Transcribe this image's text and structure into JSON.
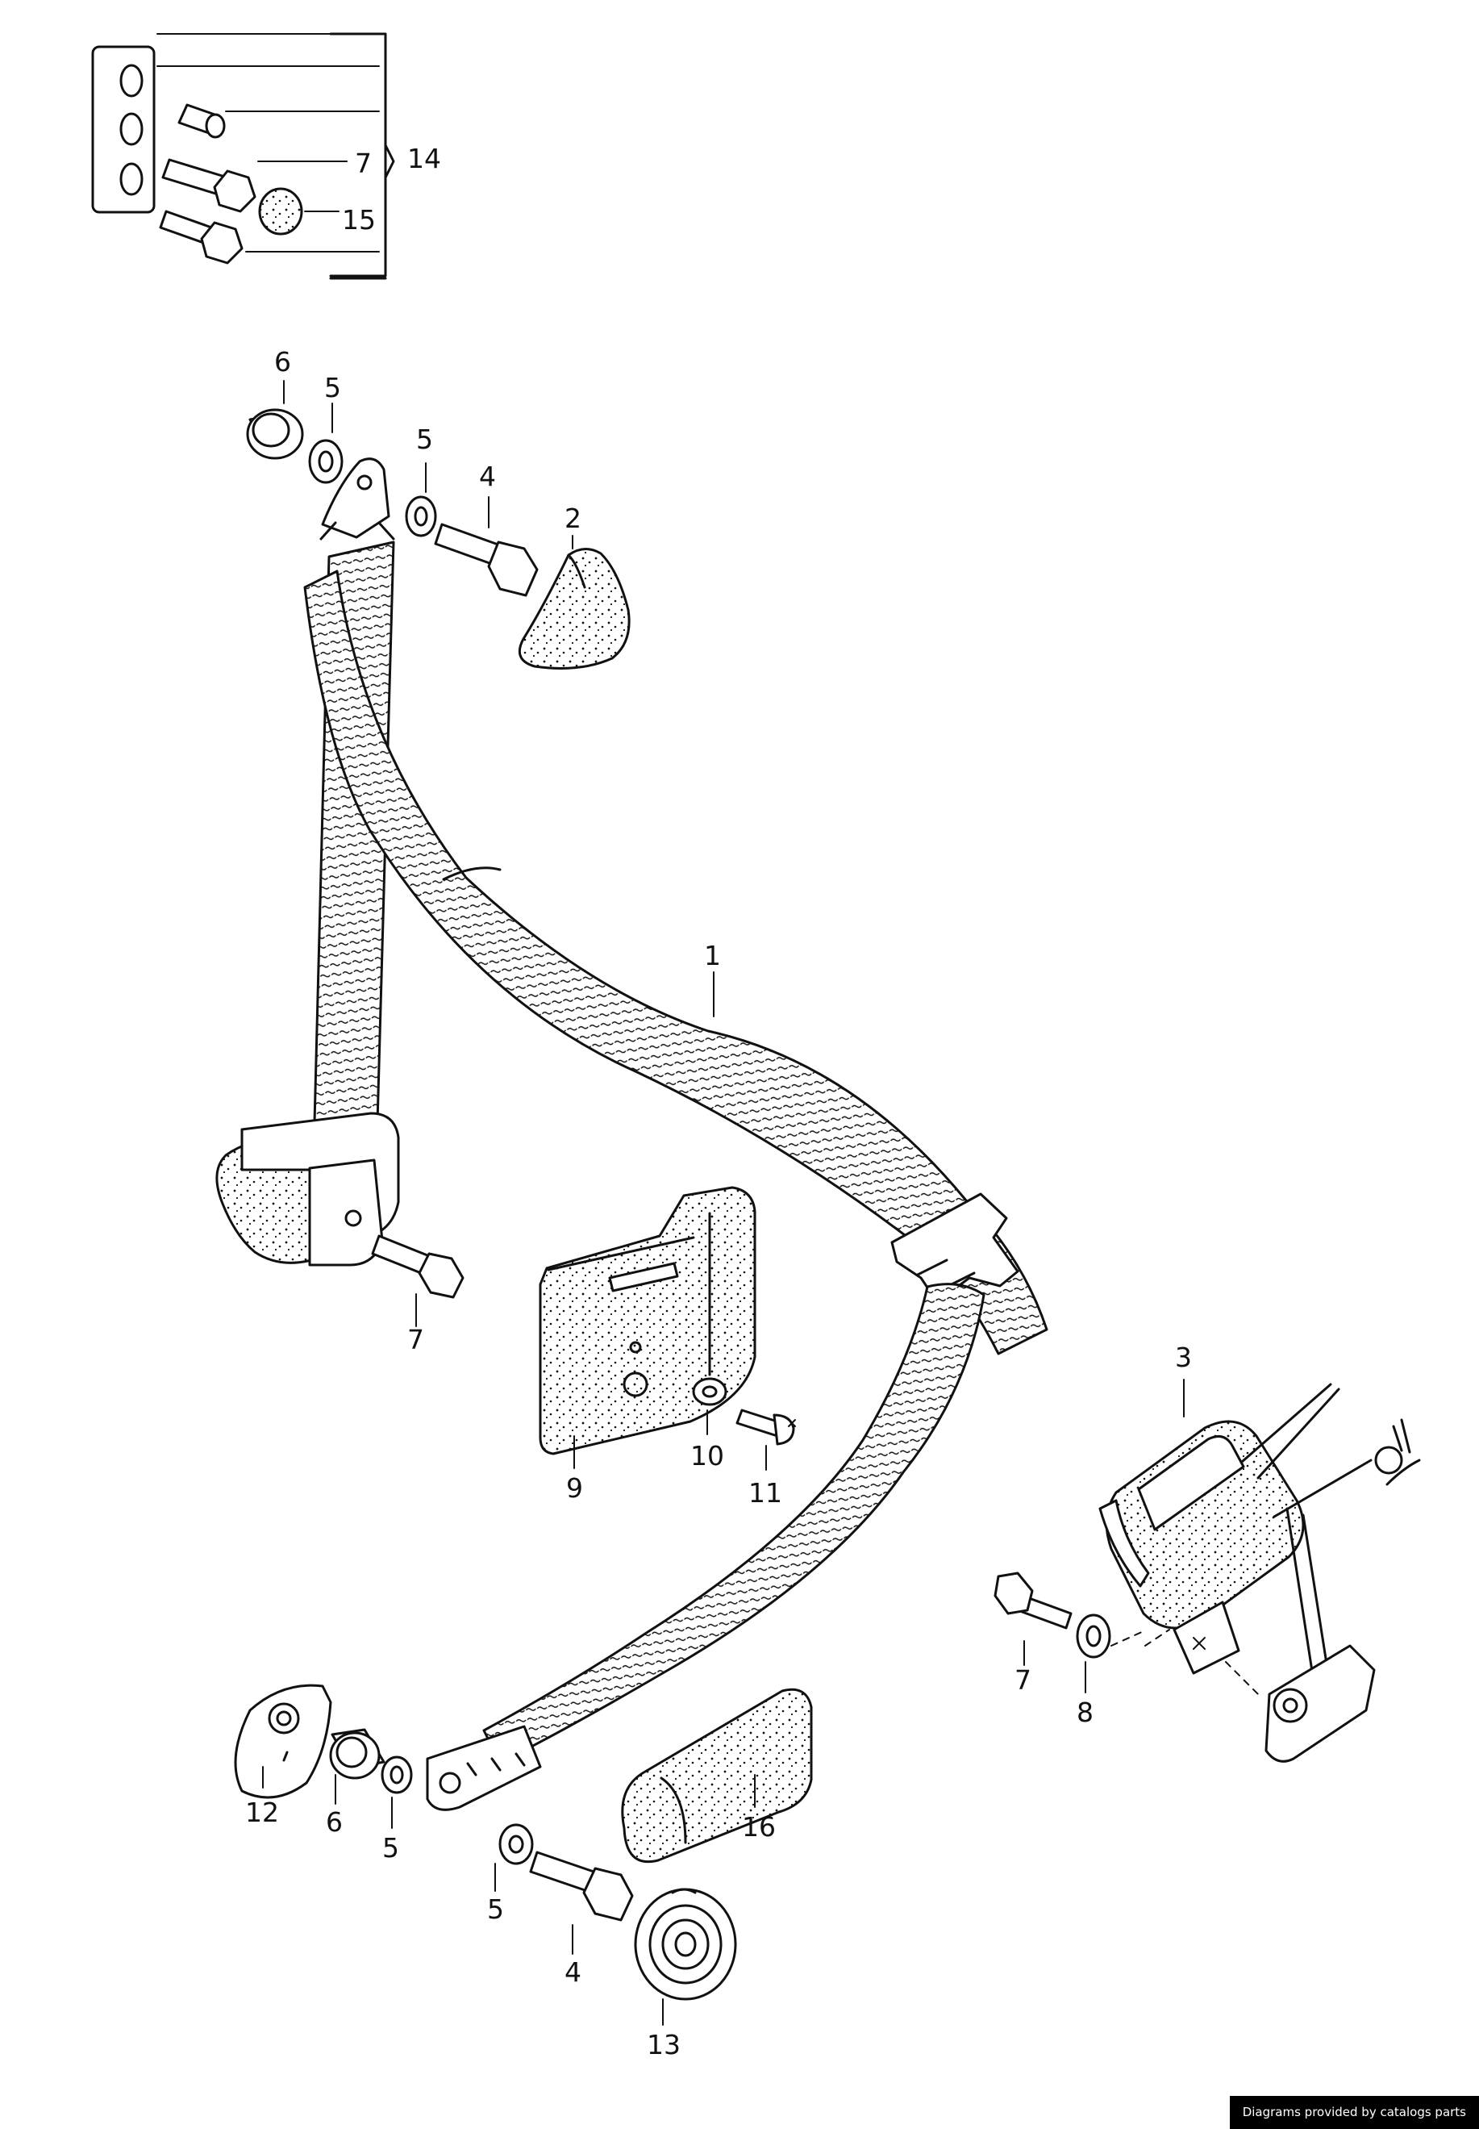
{
  "callouts": {
    "c14": "14",
    "c7a": "7",
    "c15": "15",
    "c6a": "6",
    "c5a": "5",
    "c5b": "5",
    "c4a": "4",
    "c2": "2",
    "c1": "1",
    "c7b": "7",
    "c9": "9",
    "c10": "10",
    "c11": "11",
    "c3": "3",
    "c7c": "7",
    "c8": "8",
    "c12": "12",
    "c6b": "6",
    "c5c": "5",
    "c5d": "5",
    "c4b": "4",
    "c16": "16",
    "c13": "13"
  },
  "footer": {
    "credit": "Diagrams provided by catalogs parts"
  }
}
